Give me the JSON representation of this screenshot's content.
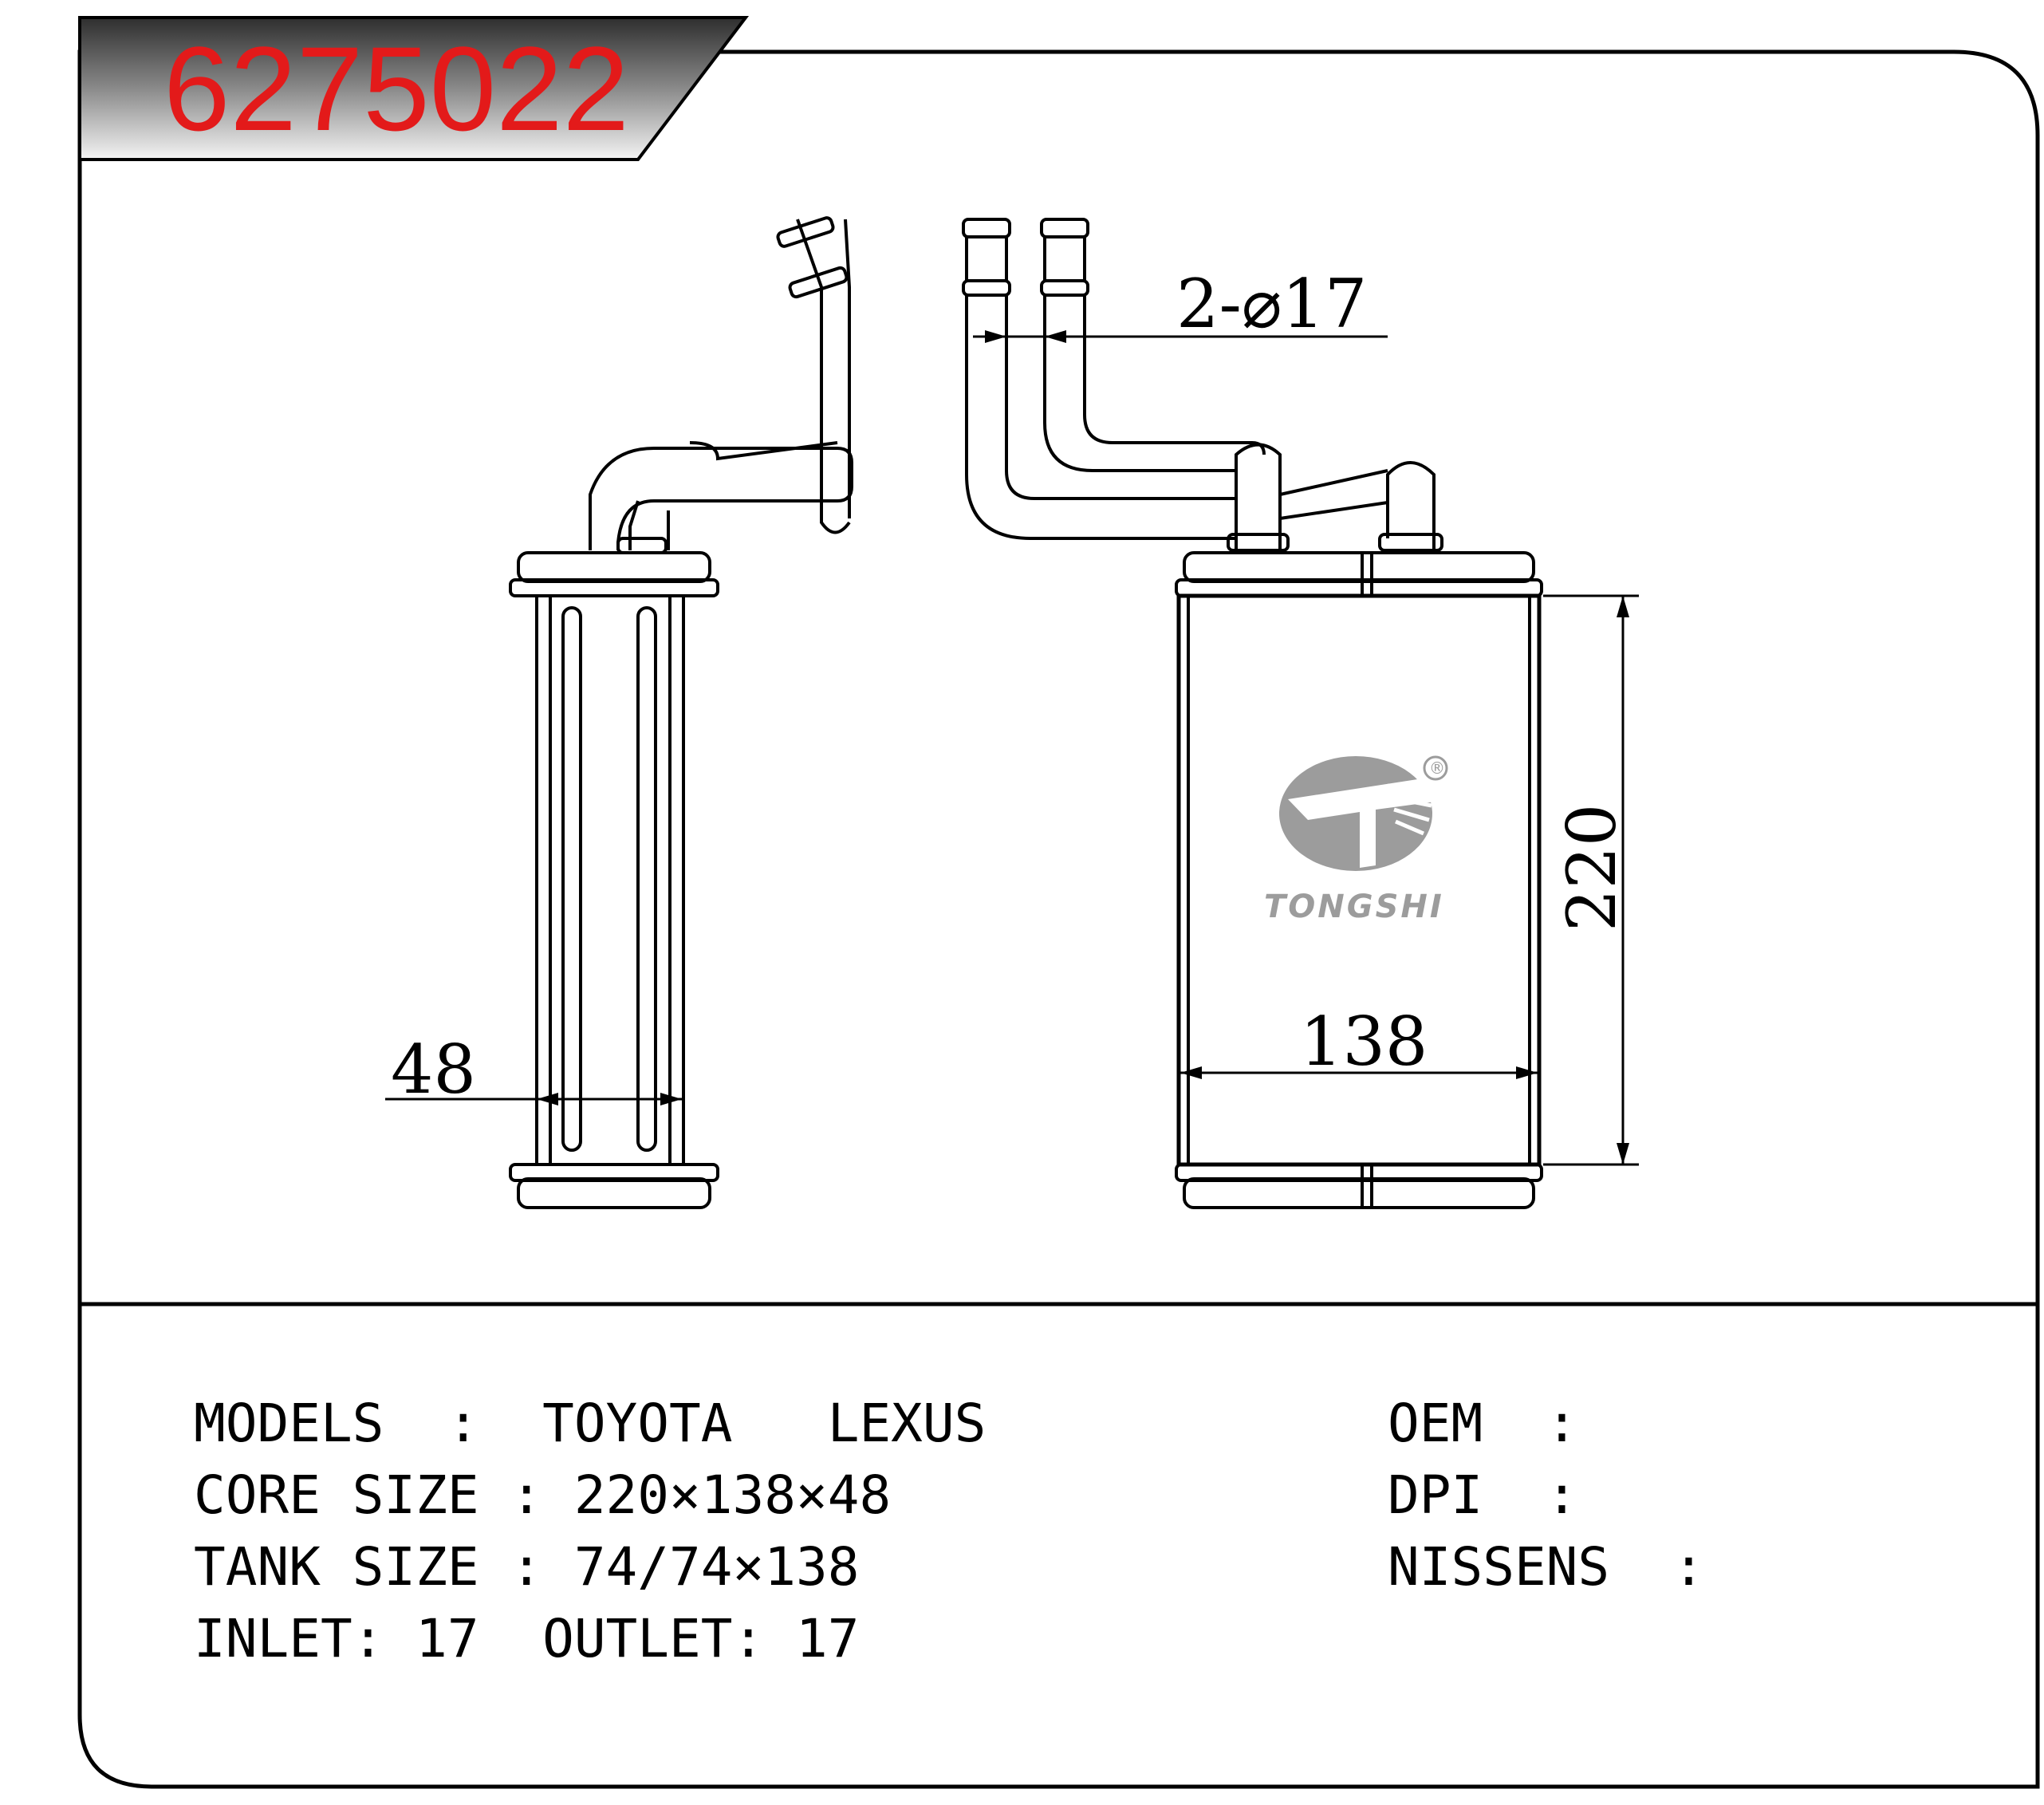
{
  "part_number": "6275022",
  "dimensions": {
    "pipe": "2-⌀17",
    "height": "220",
    "width": "138",
    "depth": "48"
  },
  "logo": {
    "brand": "TONGSHI",
    "registered_mark": "®",
    "color": "#9c9c9c"
  },
  "specs": {
    "models": "MODELS  :  TOYOTA   LEXUS",
    "core_size": "CORE SIZE : 220×138×48",
    "tank_size": "TANK SIZE : 74/74×138",
    "inlet_outlet": "INLET: 17  OUTLET: 17",
    "oem": "OEM  :",
    "dpi": "DPI  :",
    "nissens": "NISSENS  :"
  },
  "colors": {
    "part_number": "#e31a1a",
    "banner": "#555555",
    "line": "#000000"
  }
}
